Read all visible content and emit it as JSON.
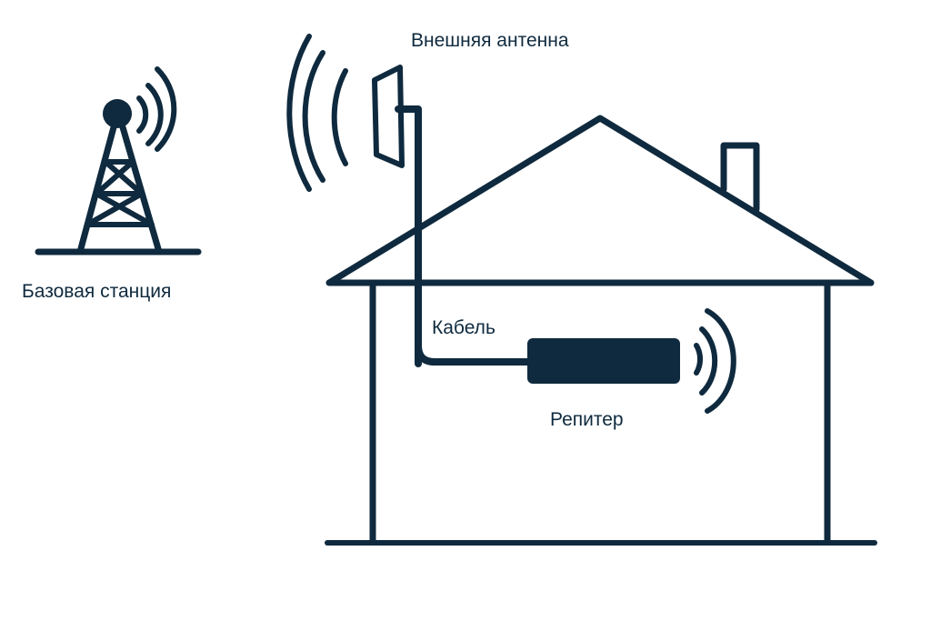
{
  "labels": {
    "external_antenna": "Внешняя антенна",
    "base_station": "Базовая станция",
    "cable": "Кабель",
    "repeater": "Репитер"
  },
  "colors": {
    "line": "#0f2a3e",
    "background": "#ffffff"
  }
}
